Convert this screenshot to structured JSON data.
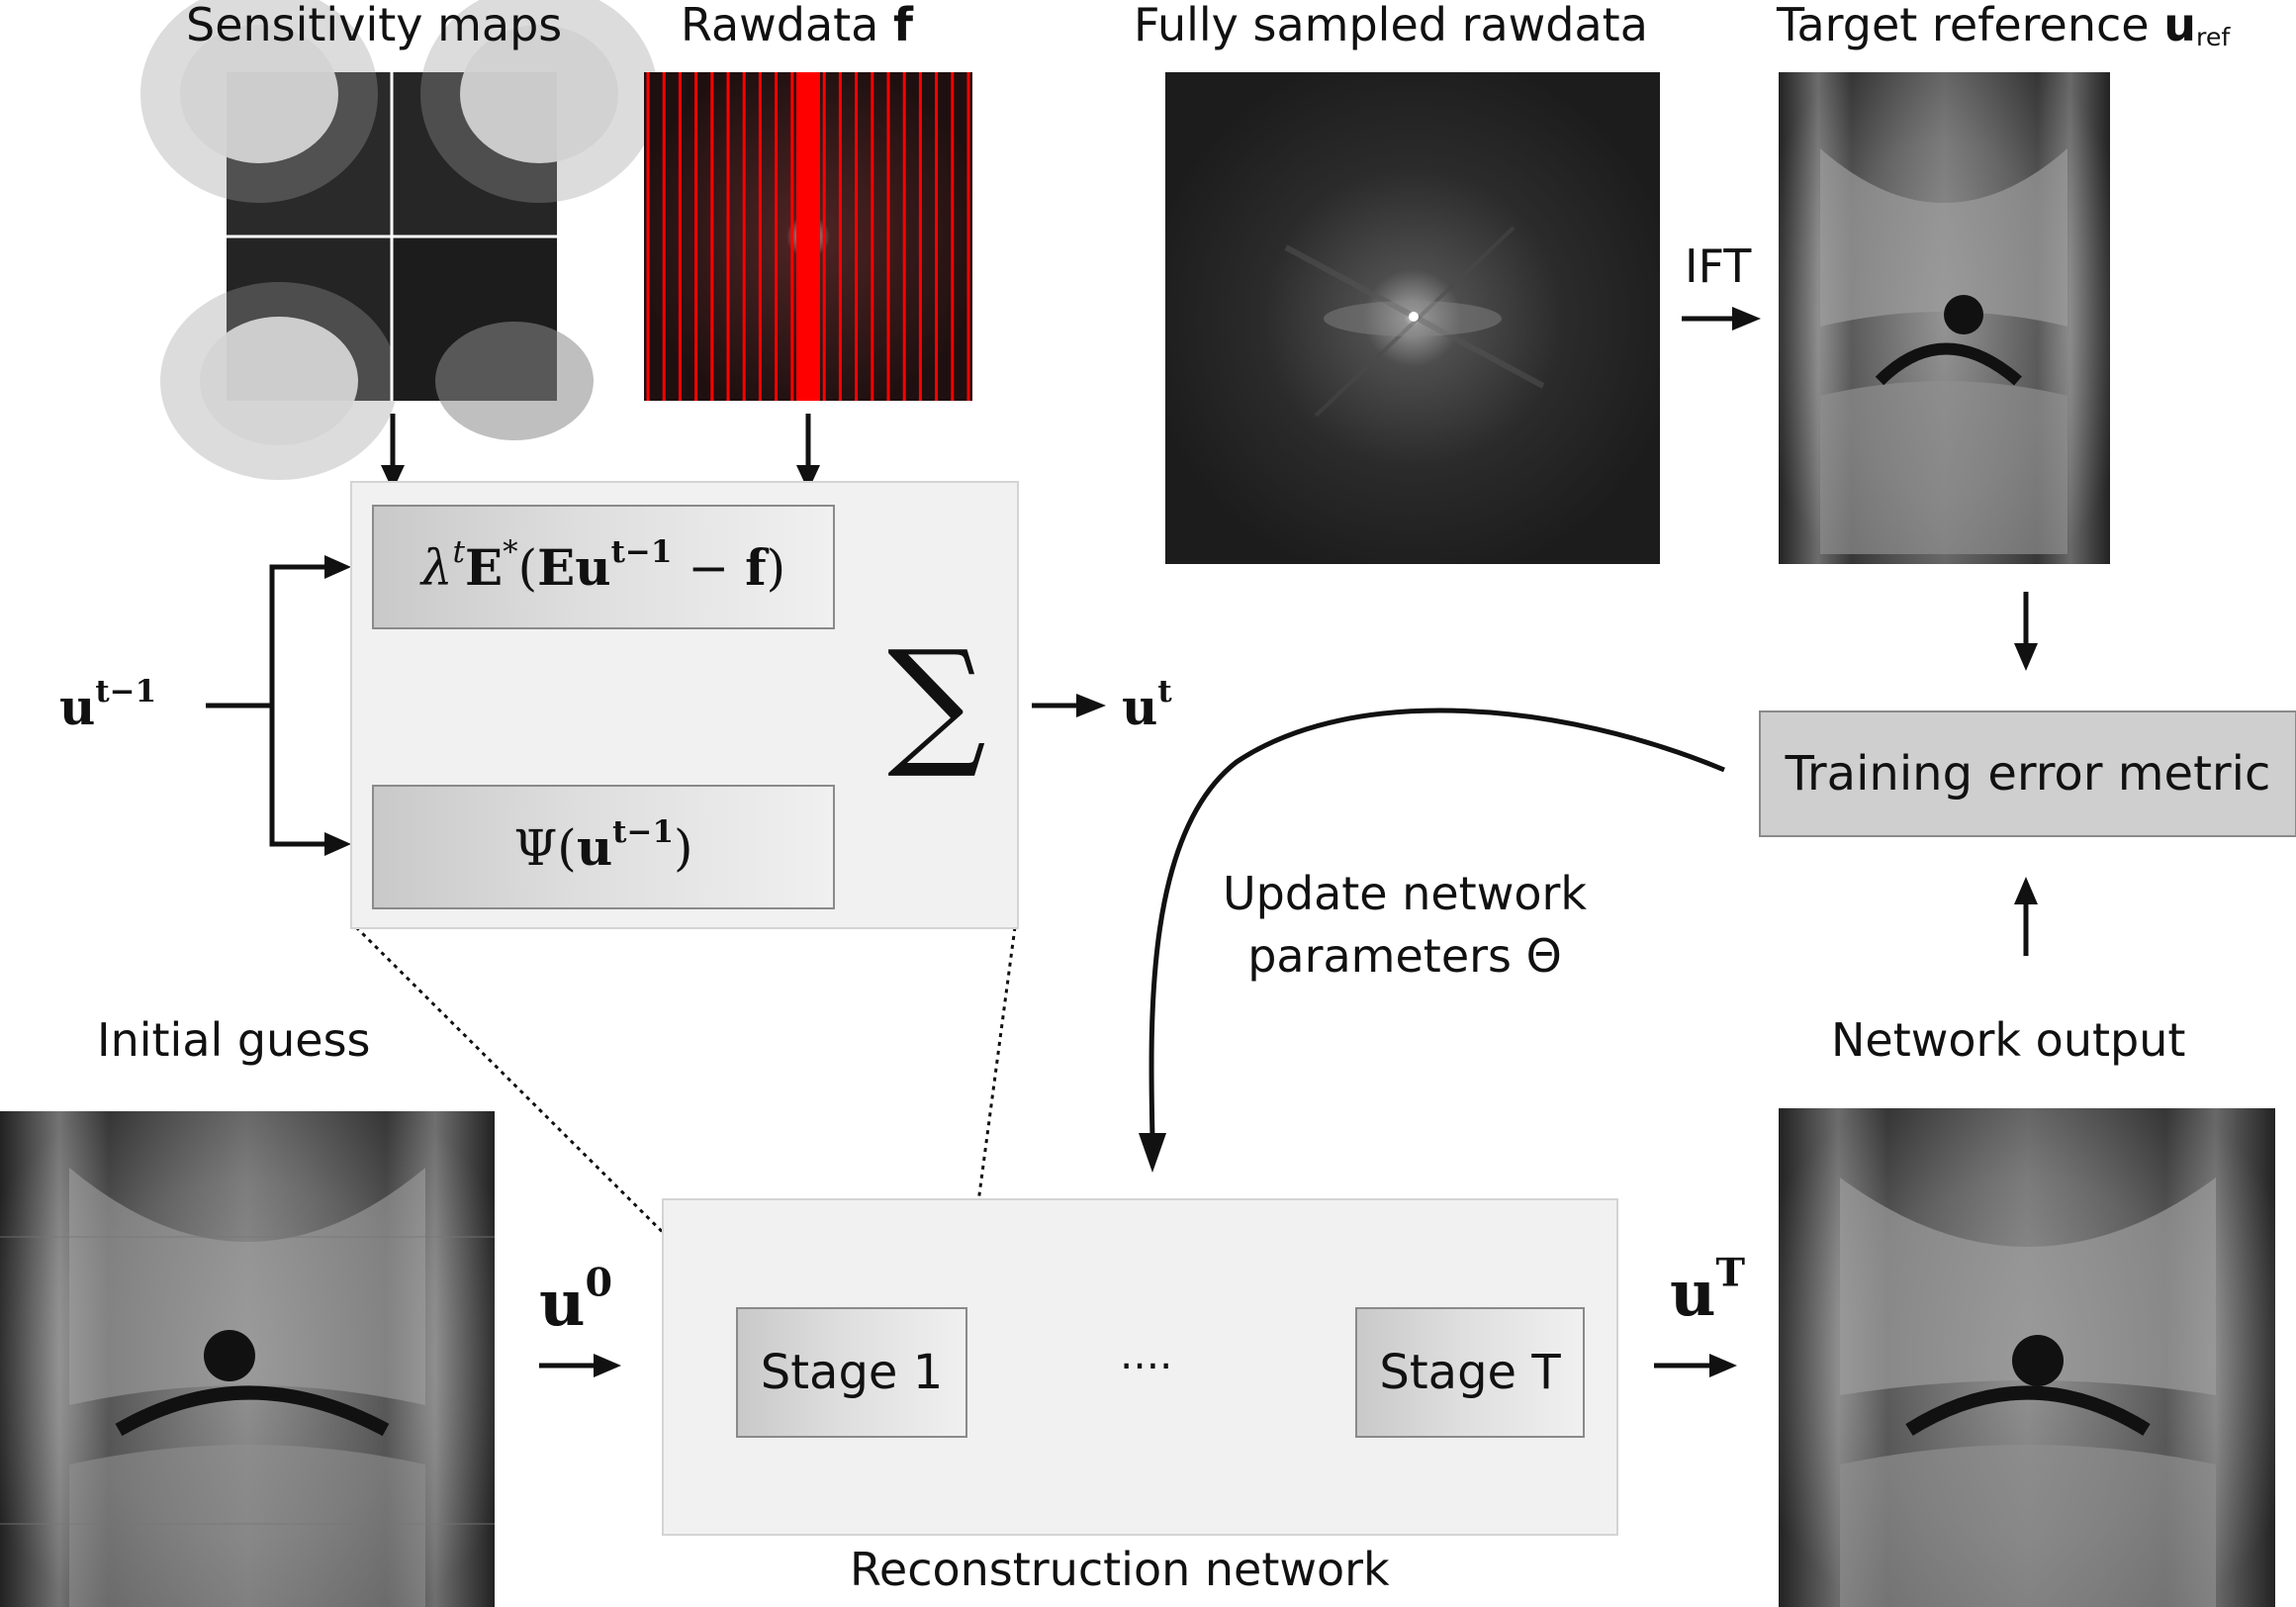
{
  "labels": {
    "sensitivity_maps": "Sensitivity maps",
    "rawdata_prefix": "Rawdata",
    "rawdata_symbol": "f",
    "fully_sampled": "Fully sampled rawdata",
    "target_reference_prefix": "Target reference",
    "target_symbol": "u",
    "target_subscript": "ref",
    "ift": "IFT",
    "initial_guess": "Initial guess",
    "network_output": "Network output",
    "update_line1": "Update network",
    "update_line2": "parameters Θ",
    "reconstruction_network": "Reconstruction network",
    "training_error_metric": "Training error metric",
    "stage_1": "Stage 1",
    "stage_t": "Stage T",
    "ellipsis": "····"
  },
  "math": {
    "u_prev_base": "u",
    "u_prev_exp": "t−1",
    "u_t_base": "u",
    "u_t_exp": "t",
    "u0_base": "u",
    "u0_exp": "0",
    "uT_base": "u",
    "uT_exp": "T",
    "sum_symbol": "∑",
    "data_term_lambda": "λ",
    "data_term_lambda_exp": "t",
    "data_term_E": "E",
    "data_term_star": "*",
    "data_term_open": "(",
    "data_term_Eu": "Eu",
    "data_term_exp": "t−1",
    "data_term_minus": " − ",
    "data_term_f": "f",
    "data_term_close": ")",
    "reg_psi": "Ψ",
    "reg_open": "(",
    "reg_u": "u",
    "reg_exp": "t−1",
    "reg_close": ")"
  },
  "colors": {
    "sampling_lines": "#ff0000",
    "panel_fill": "#f1f1f1",
    "box_fill": "#cfcfcf"
  }
}
